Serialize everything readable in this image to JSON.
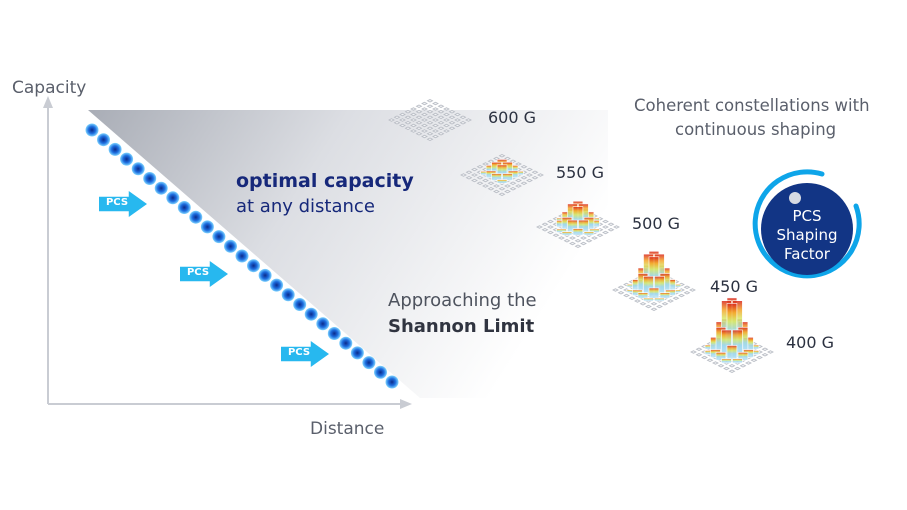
{
  "axes": {
    "y_label": "Capacity",
    "x_label": "Distance"
  },
  "headline": {
    "title": "optimal capacity",
    "subtitle": "at any distance"
  },
  "shannon": {
    "line1": "Approaching the",
    "line2": "Shannon Limit"
  },
  "pcs_arrows": [
    {
      "label": "PCS"
    },
    {
      "label": "PCS"
    },
    {
      "label": "PCS"
    }
  ],
  "constellations": [
    {
      "label": "600 G",
      "peak": 0
    },
    {
      "label": "550 G",
      "peak": 0.25
    },
    {
      "label": "500 G",
      "peak": 0.45
    },
    {
      "label": "450 G",
      "peak": 0.7
    },
    {
      "label": "400 G",
      "peak": 1.0
    }
  ],
  "coherent": {
    "line1": "Coherent constellations with",
    "line2": "continuous shaping"
  },
  "dial": {
    "line1": "PCS",
    "line2": "Shaping",
    "line3": "Factor"
  },
  "colors": {
    "navy": "#16287a",
    "arrow": "#27b8ef",
    "dot": "#1e6fe0",
    "dial": "#123585",
    "dial_ring": "#0ea5e9"
  }
}
